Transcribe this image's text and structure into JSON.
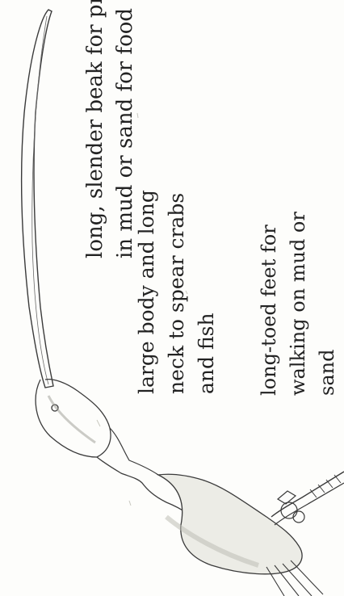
{
  "labels": {
    "beak": [
      "long, slender beak for probing",
      "in mud or sand for food"
    ],
    "body": [
      "large body and long",
      "neck to spear crabs",
      "and fish"
    ],
    "feet": [
      "long-toed feet for",
      "walking on mud or",
      "sand"
    ]
  },
  "colors": {
    "line": "#3a3a3a",
    "shade": "#bdbdb5",
    "text": "#222222"
  }
}
